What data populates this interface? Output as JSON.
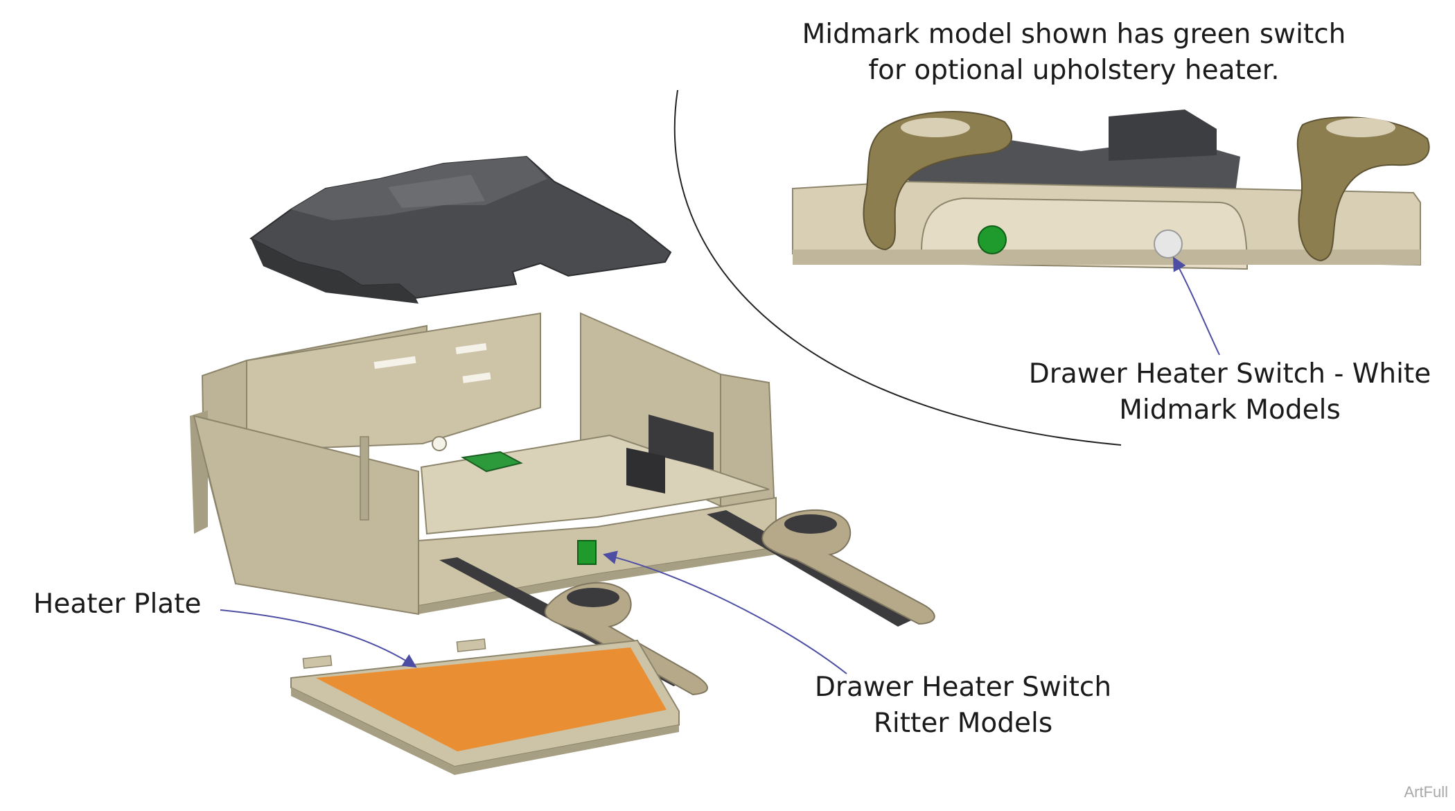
{
  "callouts": {
    "midmark_note": {
      "line1": "Midmark model shown has green switch",
      "line2": "for optional upholstery heater."
    },
    "white_switch": {
      "line1": "Drawer Heater Switch - White",
      "line2": "Midmark Models"
    },
    "heater_plate": "Heater Plate",
    "ritter_switch": {
      "line1": "Drawer Heater Switch",
      "line2": "Ritter Models"
    }
  },
  "watermark": "ArtFull",
  "colors": {
    "tan": "#cdc4a8",
    "tan_dark": "#a79f83",
    "tan_light": "#ddd5bd",
    "cover_gray": "#4a4b4e",
    "heater_orange": "#ea8e33",
    "switch_green": "#1f9a2c",
    "switch_white": "#e6e6e6",
    "arrow_blue": "#4d4ea3",
    "rail": "#3b3b3d",
    "handle": "#b5a98a"
  }
}
